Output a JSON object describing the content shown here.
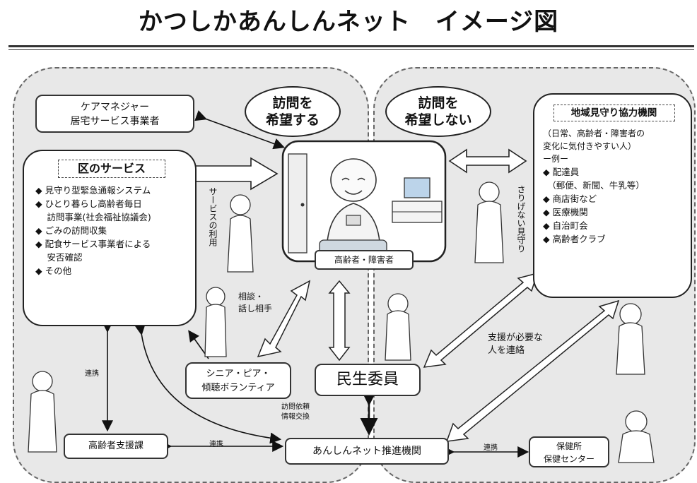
{
  "title": "かつしかあんしんネット　イメージ図",
  "care_manager": {
    "line1": "ケアマネジャー",
    "line2": "居宅サービス事業者"
  },
  "ward_services": {
    "heading": "区のサービス",
    "items": [
      "◆ 見守り型緊急通報システム",
      "◆ ひとり暮らし高齢者毎日",
      "　 訪問事業(社会福祉協議会)",
      "◆ ごみの訪問収集",
      "◆ 配食サービス事業者による",
      "　 安否確認",
      "◆ その他"
    ]
  },
  "bubbles": {
    "wish": [
      "訪問を",
      "希望する"
    ],
    "nowish": [
      "訪問を",
      "希望しない"
    ]
  },
  "elderly_label": "高齢者・障害者",
  "service_use_label": "サービスの利用",
  "consult_label": [
    "相談・",
    "話し相手"
  ],
  "volunteer": {
    "line1": "シニア・ピア・",
    "line2": "傾聴ボランティア"
  },
  "minsei": "民生委員",
  "visit_request": [
    "訪問依頼",
    "情報交換"
  ],
  "support_needed": [
    "支援が必要な",
    "人を連絡"
  ],
  "casual_watch": "さりげない見守り",
  "cooperation_label_left": "連携",
  "cooperation_label_bottom1": "連携",
  "cooperation_label_bottom2": "連携",
  "elderly_dept": "高齢者支援課",
  "anshin_org": "あんしんネット推進機関",
  "health": {
    "line1": "保健所",
    "line2": "保健センター"
  },
  "community": {
    "heading": "地域見守り協力機関",
    "desc1": "（日常、高齢者・障害者の",
    "desc2": "変化に気付きやすい人）",
    "example": "ー例ー",
    "items": [
      "◆ 配達員",
      "　（郵便、新聞、牛乳等）",
      "◆ 商店街など",
      "◆ 医療機関",
      "◆ 自治町会",
      "◆ 高齢者クラブ"
    ]
  }
}
